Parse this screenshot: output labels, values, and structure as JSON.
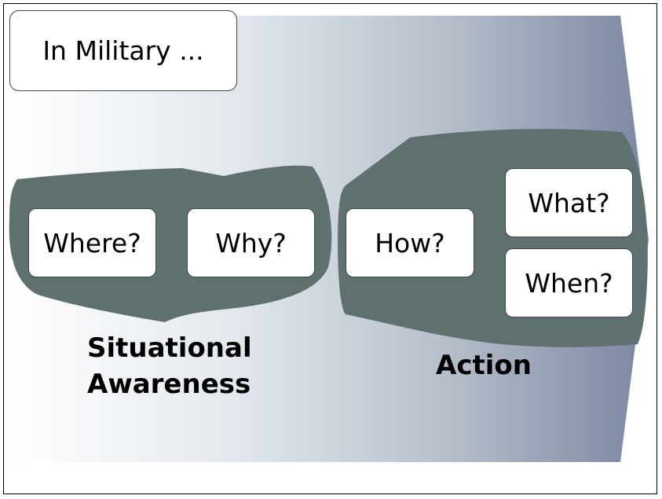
{
  "title": "In Military ...",
  "groups": {
    "situational_awareness": {
      "label_line1": "Situational",
      "label_line2": "Awareness",
      "questions": [
        "Where?",
        "Why?"
      ]
    },
    "action": {
      "label": "Action",
      "questions": [
        "How?",
        "What?",
        "When?"
      ]
    }
  },
  "colors": {
    "arrow_gradient_start": "#ffffff",
    "arrow_gradient_end": "#7b86a2",
    "blob_fill": "#5e7170",
    "box_border": "#3b4446"
  }
}
